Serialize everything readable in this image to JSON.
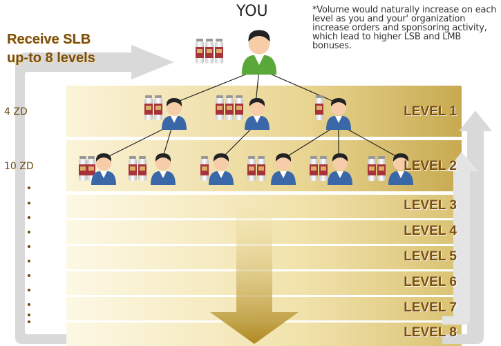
{
  "header": {
    "you": "YOU",
    "note": "*Volume would naturally increase on each level as you and your' organization increase orders and sponsoring activity, which lead to higher LSB and LMB bonuses.",
    "slb_line1": "Receive SLB",
    "slb_line2": "up-to 8 levels"
  },
  "zd": [
    "4 ZD",
    "10 ZD"
  ],
  "levels": [
    "LEVEL 1",
    "LEVEL 2",
    "LEVEL 3",
    "LEVEL 4",
    "LEVEL 5",
    "LEVEL 6",
    "LEVEL 7",
    "LEVEL 8"
  ],
  "colors": {
    "band_dark": "#c9ad55",
    "band_light": "#fbf4d6",
    "text_brown": "#7a4d10",
    "arrow_gray": "#d6d6d6",
    "arrow_gold": "#b8962e"
  }
}
